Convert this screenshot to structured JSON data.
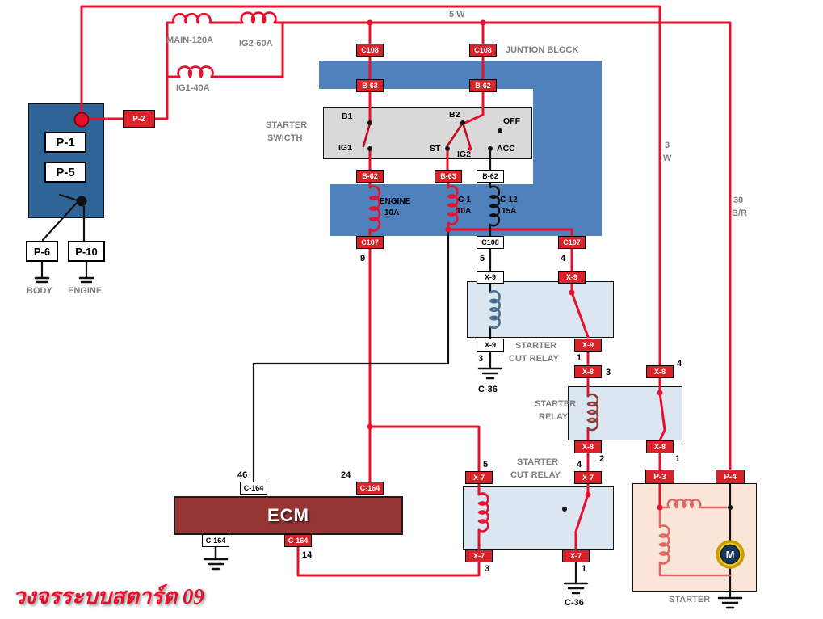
{
  "caption": "วงจรระบบสตาร์ต 09",
  "colors": {
    "wire_red": "#e8112d",
    "wire_black": "#111111",
    "junction_block_blue": "#4f81bd",
    "battery_panel_blue": "#2e6496",
    "relay_fill": "#dce6f1",
    "starter_fill": "#fbe5d6",
    "ecm_red": "#963634",
    "connector_red": "#d8232a",
    "switch_gray": "#d9d9d9",
    "label_gray": "#7f7f7f",
    "motor_blue": "#16365c",
    "motor_ring_yellow": "#f5c518"
  },
  "fuses": {
    "main": "MAIN-120A",
    "ig2": "IG2-60A",
    "ig1": "IG1-40A",
    "engine_line1": "ENGINE",
    "engine_line2": "10A",
    "c1_line1": "C-1",
    "c1_line2": "10A",
    "c12_line1": "C-12",
    "c12_line2": "15A"
  },
  "wires": {
    "w5": "5 W",
    "w3_line1": "3",
    "w3_line2": "W",
    "w30_line1": "30",
    "w30_line2": "B/R"
  },
  "blocks": {
    "junction_block": "JUNTION BLOCK",
    "starter_switch_line1": "STARTER",
    "starter_switch_line2": "SWICTH",
    "cut_relay1_line1": "STARTER",
    "cut_relay1_line2": "CUT  RELAY",
    "starter_relay_line1": "STARTER",
    "starter_relay_line2": "RELAY",
    "cut_relay2_line1": "STARTER",
    "cut_relay2_line2": "CUT  RELAY",
    "ecm": "ECM",
    "starter": "STARTER",
    "body": "BODY",
    "engine": "ENGINE",
    "motor": "M"
  },
  "switch": {
    "b1": "B1",
    "ig1": "IG1",
    "b2": "B2",
    "st": "ST",
    "ig2": "IG2",
    "acc": "ACC",
    "off": "OFF"
  },
  "connectors": {
    "p1": "P-1",
    "p5": "P-5",
    "p6": "P-6",
    "p10": "P-10",
    "p2": "P-2",
    "p3": "P-3",
    "p4": "P-4",
    "c108": "C108",
    "b63": "B-63",
    "b62": "B-62",
    "c107": "C107",
    "x9": "X-9",
    "x8": "X-8",
    "x7": "X-7",
    "c164": "C-164"
  },
  "grounds": {
    "c36_a": "C-36",
    "c36_b": "C-36"
  },
  "pins": {
    "p9": "9",
    "p5a": "5",
    "p4a": "4",
    "p3a": "3",
    "p1a": "1",
    "p3b": "3",
    "p4b": "4",
    "p2a": "2",
    "p1b": "1",
    "p5b": "5",
    "p4c": "4",
    "p3c": "3",
    "p1c": "1",
    "p46": "46",
    "p24": "24",
    "p14": "14"
  }
}
